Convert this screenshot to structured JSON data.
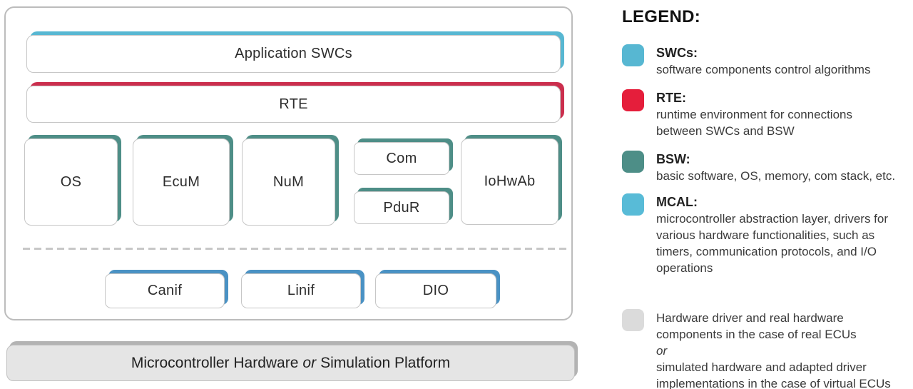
{
  "colors": {
    "swc": "#57b7d2",
    "rte": "#cb2e4d",
    "bsw": "#4e8e87",
    "mcal": "#4a92c4",
    "hw_fill": "#e5e5e5",
    "hw_accent": "#b3b3b3"
  },
  "diagram": {
    "application_swcs": "Application SWCs",
    "rte": "RTE",
    "os": "OS",
    "ecum": "EcuM",
    "num": "NuM",
    "com": "Com",
    "pdur": "PduR",
    "iohwab": "IoHwAb",
    "canif": "Canif",
    "linif": "Linif",
    "dio": "DIO",
    "hardware": {
      "part1": "Microcontroller Hardware",
      "conjunction": "or",
      "part2": "Simulation Platform"
    }
  },
  "legend": {
    "title": "LEGEND:",
    "entries": [
      {
        "color": "#57b7d2",
        "term": "SWCs:",
        "desc": [
          "software components control algorithms"
        ]
      },
      {
        "color": "#e51e3b",
        "term": "RTE:",
        "desc": [
          "runtime environment for connections",
          "between SWCs and BSW"
        ]
      },
      {
        "color": "#4d8e87",
        "term": "BSW:",
        "desc": [
          "basic software, OS, memory, com stack, etc."
        ]
      },
      {
        "color": "#58bbd7",
        "term": "MCAL:",
        "desc": [
          "microcontroller abstraction layer, drivers for",
          "various hardware functionalities, such as",
          "timers, communication protocols, and I/O",
          "operations"
        ]
      },
      {
        "color": "#dbdbdb",
        "term": "",
        "desc": [
          "Hardware driver and real hardware",
          "components in the case of real ECUs",
          "or",
          "simulated hardware and adapted driver",
          "implementations in the case of virtual ECUs"
        ]
      }
    ]
  }
}
